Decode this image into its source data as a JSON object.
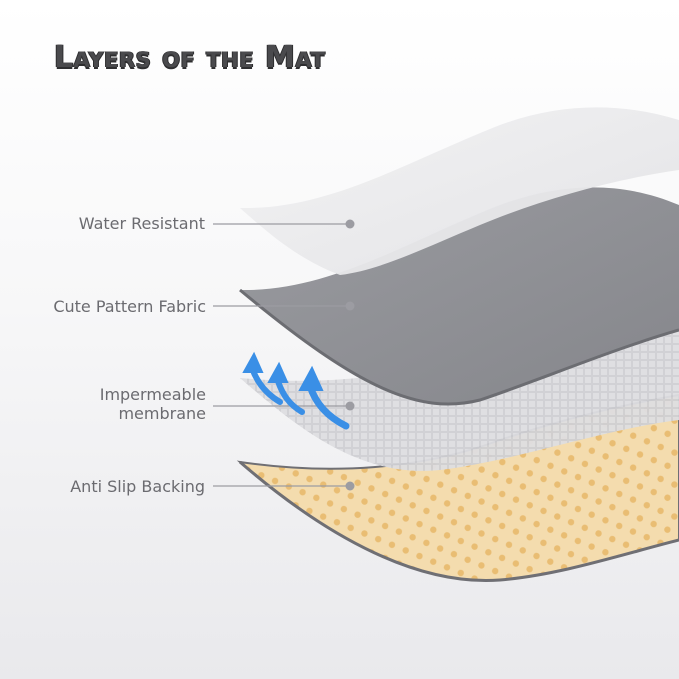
{
  "title": "Layers of the Mat",
  "layers": [
    {
      "label": "Water Resistant",
      "color": "#e6e6e8"
    },
    {
      "label": "Cute Pattern Fabric",
      "color": "#8e8f95"
    },
    {
      "label_line1": "Impermeable",
      "label_line2": "membrane",
      "color": "#d7d7da"
    },
    {
      "label": "Anti Slip Backing",
      "color": "#f3d9a8"
    }
  ],
  "arrow_icon": "airflow-arrows-icon",
  "accent": {
    "arrow_blue": "#3a8fe6",
    "dot_gray": "#9c9ca2",
    "backing_dot": "#e6b96e"
  }
}
